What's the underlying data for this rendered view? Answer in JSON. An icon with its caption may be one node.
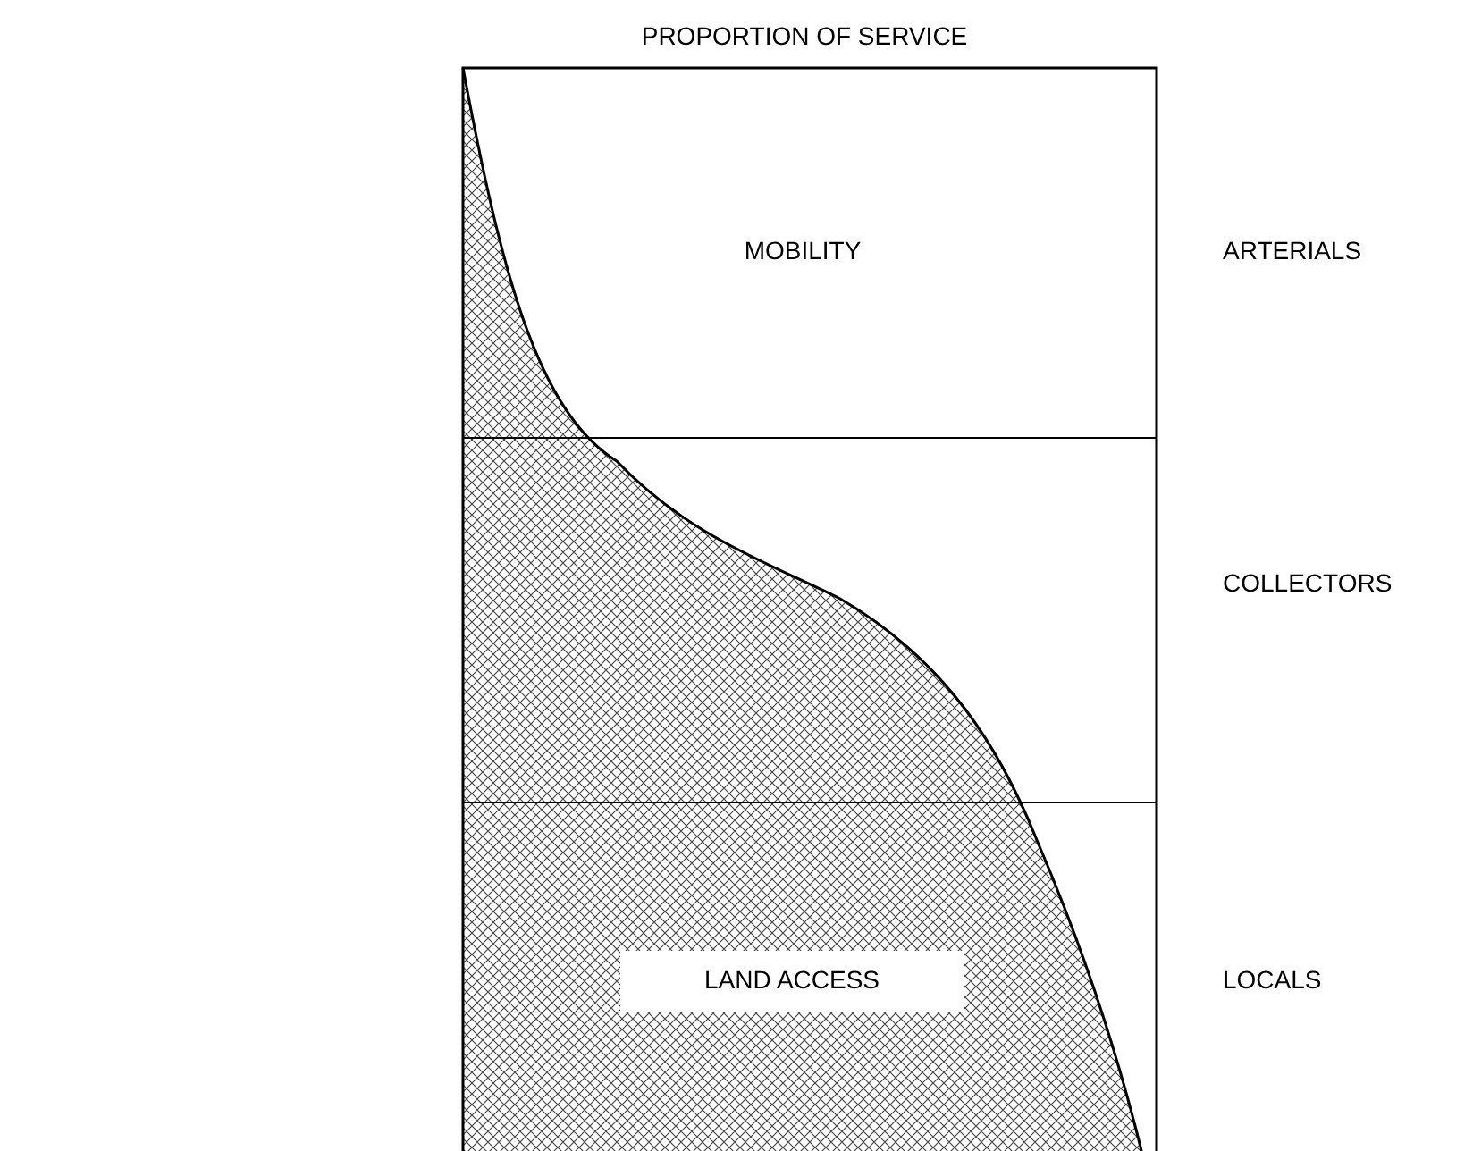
{
  "diagram": {
    "title": "PROPORTION OF SERVICE",
    "labels": [
      "MOBILITY",
      "ARTERIALS",
      "COLLECTORS",
      "LAND ACCESS",
      "LOCALS"
    ]
  }
}
